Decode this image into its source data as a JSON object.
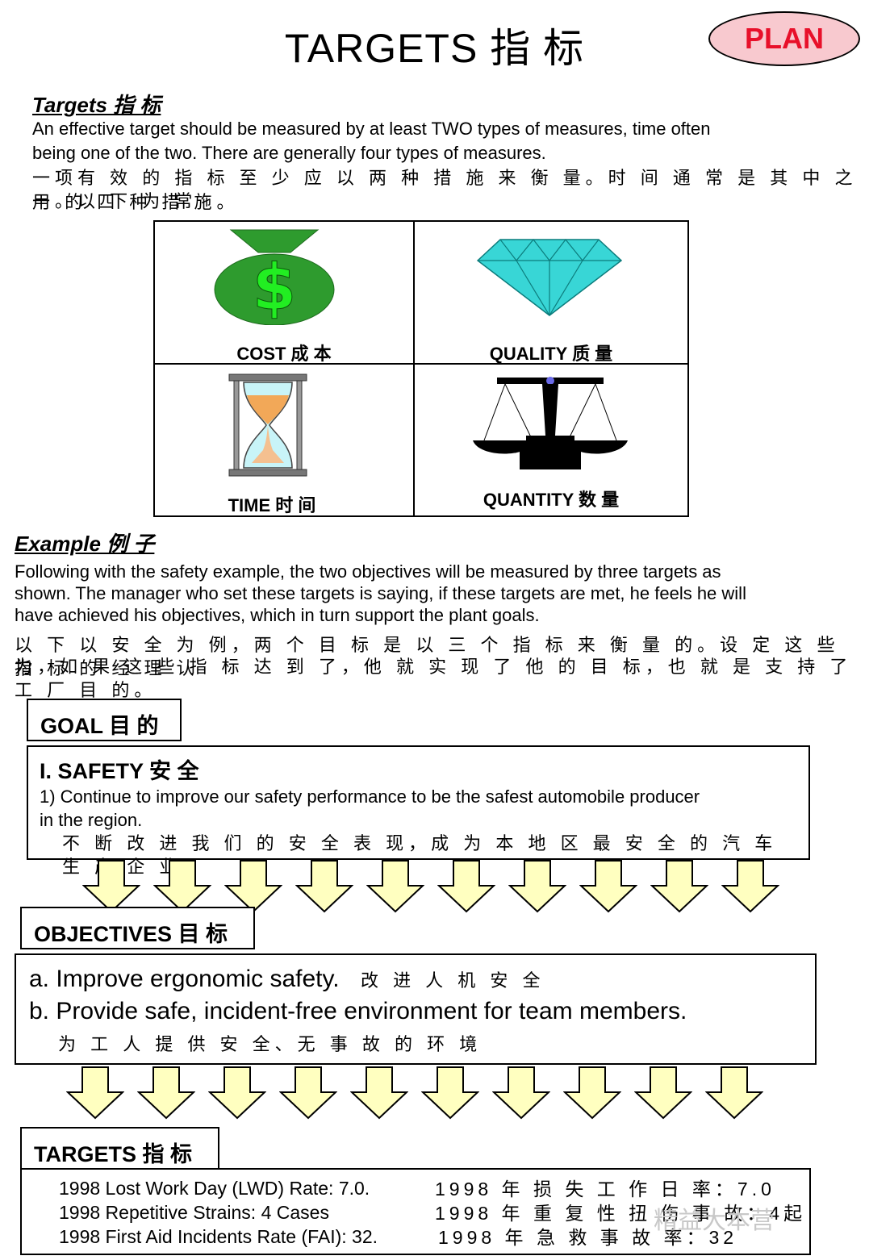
{
  "header": {
    "title": "TARGETS 指 标",
    "badge": "PLAN"
  },
  "intro": {
    "heading": "Targets 指 标",
    "en_line1": "An effective target should be measured by at least TWO types of measures, time often",
    "en_line2": "being one of the two.  There are generally four types of measures.",
    "cn_line1": "一项有 效 的 指 标 至 少 应 以 两 种 措 施 来 衡 量。时 间 通 常 是 其 中 之 一。以 下 为 常",
    "cn_line2": "用 的 四 种 措 施。"
  },
  "measures": [
    {
      "label": "COST 成 本",
      "icon": "money-bag-icon"
    },
    {
      "label": "QUALITY 质 量",
      "icon": "diamond-icon"
    },
    {
      "label": "TIME 时 间",
      "icon": "hourglass-icon"
    },
    {
      "label": "QUANTITY 数 量",
      "icon": "scale-icon"
    }
  ],
  "example": {
    "heading": "Example  例 子",
    "en_line1": "Following with the safety example, the two objectives will be measured by three targets as",
    "en_line2": "shown.  The manager who set these targets is saying, if these targets are met, he feels he will",
    "en_line3": "have achieved his objectives, which in turn support the plant goals.",
    "cn_line1": "以 下 以 安 全 为 例，两 个 目 标 是 以 三 个 指 标 来 衡 量 的。设 定 这 些 指 标 的 经 理 认",
    "cn_line2": "为，如 果 这 些 指 标 达 到 了，他 就 实 现 了 他 的 目 标，也 就 是 支 持 了 工 厂 目 的。"
  },
  "goal": {
    "label": "GOAL 目 的",
    "title": "I. SAFETY 安 全",
    "en_line1": "1) Continue to improve our safety performance to be the safest automobile producer",
    "en_line2": "in the region.",
    "cn": "不 断 改 进 我 们 的 安 全 表 现，成 为 本 地 区 最 安 全 的 汽 车 生 产 企 业"
  },
  "objectives": {
    "label": "OBJECTIVES 目 标",
    "a_en": "a. Improve  ergonomic  safety.",
    "a_cn": "改 进 人 机 安 全",
    "b_en": "b. Provide  safe,  incident-free  environment  for  team  members.",
    "b_cn": "为 工 人 提 供 安 全、无 事 故 的 环 境"
  },
  "targets": {
    "label": "TARGETS 指 标",
    "rows": [
      {
        "en": "1998 Lost Work Day (LWD)  Rate: 7.0.",
        "cn": "1998 年 损 失 工 作 日 率：7.0"
      },
      {
        "en": "1998 Repetitive Strains: 4 Cases",
        "cn": "1998 年 重 复 性 扭 伤 事 故：4起"
      },
      {
        "en": "1998 First Aid Incidents Rate (FAI): 32.",
        "cn": "1998 年 急 救 事 故 率：32"
      }
    ]
  },
  "watermark": "精益大本营",
  "colors": {
    "arrow_fill": "#ffffc0",
    "badge_fill": "#f8c9cf",
    "badge_text": "#e8102a",
    "money_green": "#2e9b2e",
    "diamond_teal": "#38d6d6"
  }
}
